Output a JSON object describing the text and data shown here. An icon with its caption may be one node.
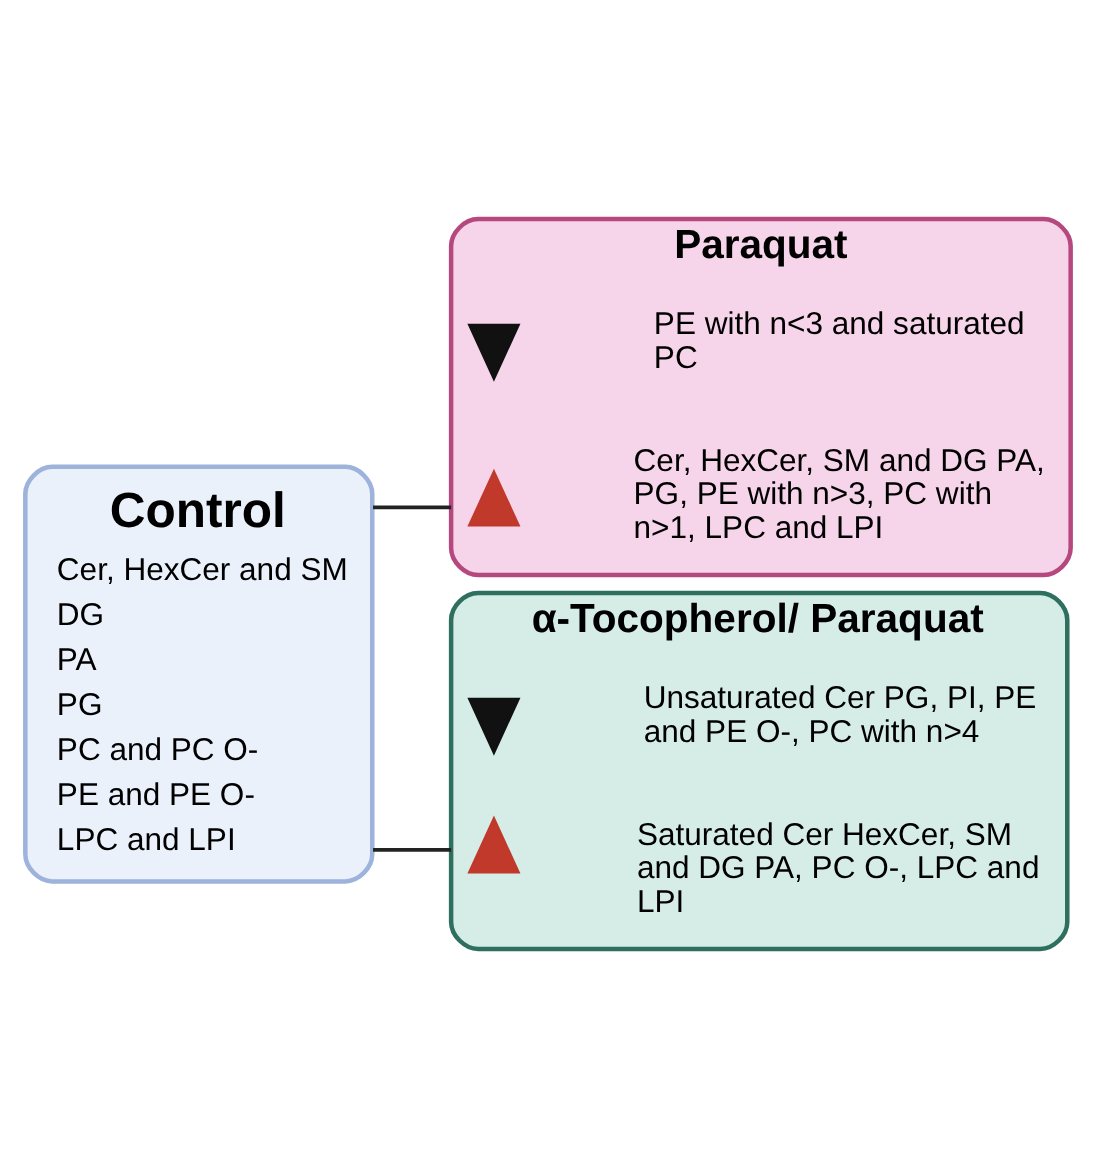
{
  "diagram": {
    "nodes": [
      {
        "text": [
          "Control",
          "Cer, HexCer and SM",
          "DG",
          "PA",
          "PG",
          "PC and PC O-",
          "PE and PE O-",
          "LPC and LPI"
        ]
      },
      {
        "text": [
          "Paraquat"
        ]
      },
      {
        "text": [],
        "shape": "arrow",
        "in": 1
      },
      {
        "text": [
          "Cer, HexCer, SM and DG PA, PG, PE with n>3, PC with n>1, LPC and LPI"
        ],
        "in": 1
      },
      {
        "text": [],
        "shape": "arrow",
        "in": 1
      },
      {
        "text": [
          "PE with n<3 and saturated PC"
        ],
        "in": 1
      },
      {
        "text": [
          "α-Tocopherol/ Paraquat"
        ]
      },
      {
        "text": [],
        "shape": "arrow",
        "in": 6
      },
      {
        "text": [
          "Saturated Cer HexCer, SM and DG PA, PC O-, LPC and LPI"
        ],
        "in": 6
      },
      {
        "text": [],
        "shape": "arrow",
        "in": 6
      },
      {
        "text": [
          "Unsaturated Cer PG, PI, PE and PE O-, PC with n>4"
        ],
        "in": 6
      }
    ],
    "edges": [
      {
        "from": 0,
        "to": 1,
        "arrow": "none"
      },
      {
        "from": 0,
        "to": 6,
        "arrow": "none"
      }
    ]
  }
}
